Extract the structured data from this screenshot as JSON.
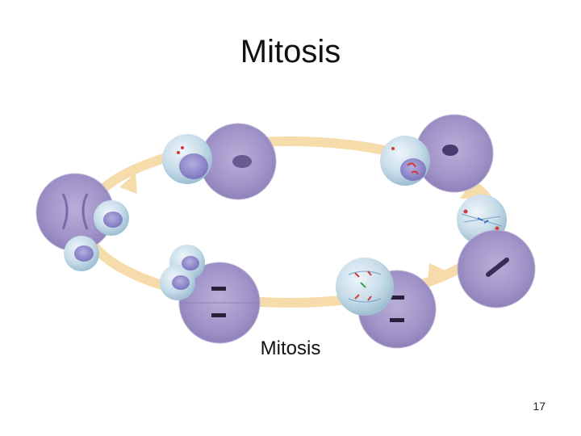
{
  "slide": {
    "title": "Mitosis",
    "caption": "Mitosis",
    "page_number": "17"
  },
  "colors": {
    "cycle_arrow": "#f6dcaa",
    "micrograph": "#a99ccc",
    "micrograph_dark": "#7b6aa8",
    "cell_cytoplasm": "#c9dde8",
    "cell_nucleus": "#8d86c9",
    "chromosome": "#2a203a"
  },
  "stages": [
    {
      "id": "interphase"
    },
    {
      "id": "prophase"
    },
    {
      "id": "prometaphase"
    },
    {
      "id": "metaphase"
    },
    {
      "id": "anaphase"
    },
    {
      "id": "telophase"
    },
    {
      "id": "cytokinesis"
    }
  ]
}
